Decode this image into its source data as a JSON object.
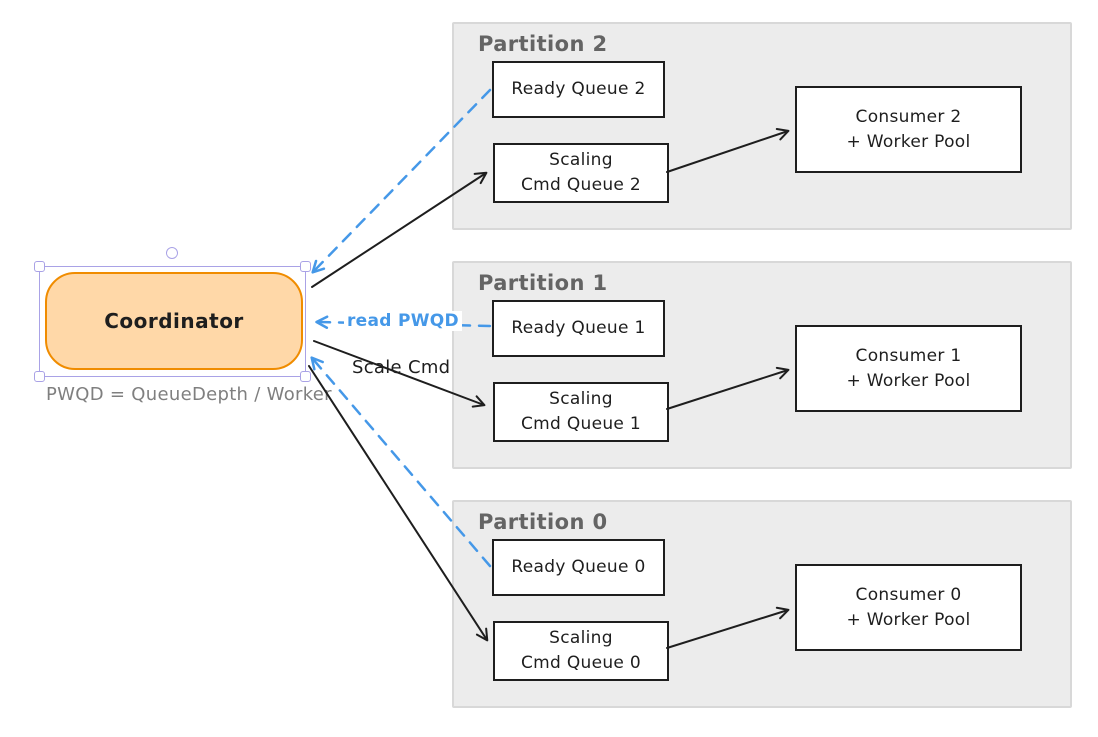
{
  "coordinator": {
    "label": "Coordinator"
  },
  "formula": "PWQD = QueueDepth / Worker",
  "edge_labels": {
    "read_pwqd": "read PWQD",
    "scale_cmd": "Scale Cmd"
  },
  "partitions": [
    {
      "label": "Partition 2",
      "ready_queue": "Ready Queue 2",
      "scaling_line1": "Scaling",
      "scaling_line2": "Cmd Queue 2",
      "consumer_line1": "Consumer 2",
      "consumer_line2": "+ Worker Pool"
    },
    {
      "label": "Partition 1",
      "ready_queue": "Ready Queue 1",
      "scaling_line1": "Scaling",
      "scaling_line2": "Cmd Queue 1",
      "consumer_line1": "Consumer 1",
      "consumer_line2": "+ Worker Pool"
    },
    {
      "label": "Partition 0",
      "ready_queue": "Ready Queue 0",
      "scaling_line1": "Scaling",
      "scaling_line2": "Cmd Queue 0",
      "consumer_line1": "Consumer 0",
      "consumer_line2": "+ Worker Pool"
    }
  ],
  "colors": {
    "orange-stroke": "#f08c00",
    "orange-fill": "#ffd8a8",
    "blue": "#4598e8",
    "selection": "#a9a2e6",
    "ink": "#1e1e1e",
    "panel-fill": "#ececec",
    "panel-border": "#d8d8d8",
    "gray-text": "#646464",
    "formula-gray": "#7f7f7f"
  }
}
